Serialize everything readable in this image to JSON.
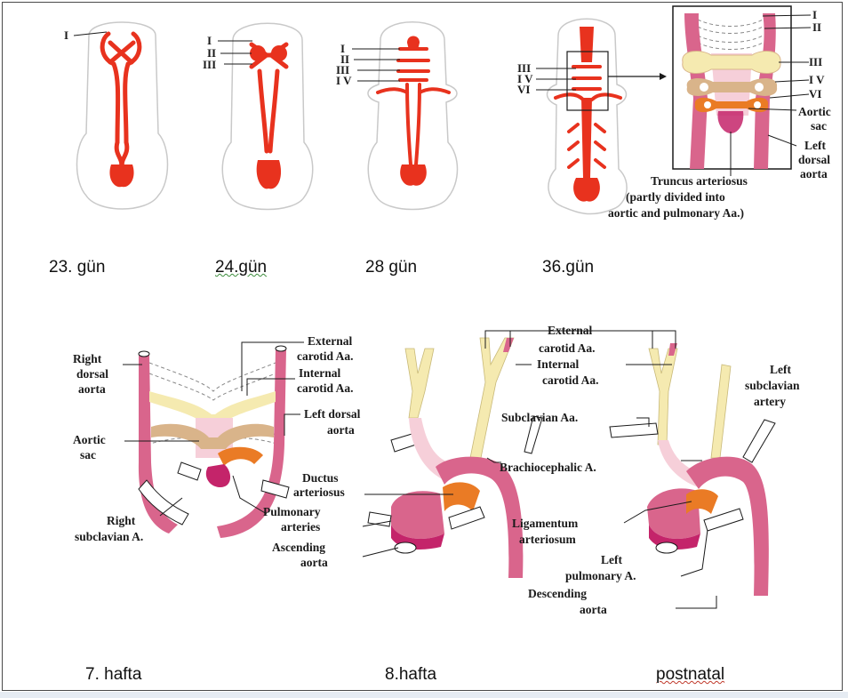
{
  "stage_captions": {
    "day23": "23. gün",
    "day24": "24.gün",
    "day28": "28 gün",
    "day36": "36.gün",
    "week7": "7. hafta",
    "week8": "8.hafta",
    "postnatal": "postnatal"
  },
  "roman": {
    "I": "I",
    "II": "II",
    "III": "III",
    "IV": "I V",
    "VI": "VI"
  },
  "inset_labels": {
    "aortic_sac_1": "Aortic",
    "aortic_sac_2": "sac",
    "left_dorsal_1": "Left",
    "left_dorsal_2": "dorsal",
    "left_dorsal_3": "aorta",
    "truncus_1": "Truncus arteriosus",
    "truncus_2": "(partly divided into",
    "truncus_3": "aortic and pulmonary Aa.)"
  },
  "week7_labels": {
    "right_dorsal_1": "Right",
    "right_dorsal_2": "dorsal",
    "right_dorsal_3": "aorta",
    "external_1": "External",
    "external_2": "carotid Aa.",
    "internal_1": "Internal",
    "internal_2": "carotid Aa.",
    "left_dorsal_1": "Left dorsal",
    "left_dorsal_2": "aorta",
    "aortic_sac_1": "Aortic",
    "aortic_sac_2": "sac",
    "right_subclavian_1": "Right",
    "right_subclavian_2": "subclavian A."
  },
  "week8_labels": {
    "ductus_1": "Ductus",
    "ductus_2": "arteriosus",
    "pulmonary_1": "Pulmonary",
    "pulmonary_2": "arteries",
    "ascending_1": "Ascending",
    "ascending_2": "aorta"
  },
  "postnatal_labels": {
    "external_1": "External",
    "external_2": "carotid Aa.",
    "internal_1": "Internal",
    "internal_2": "carotid Aa.",
    "left_subclavian_1": "Left",
    "left_subclavian_2": "subclavian",
    "left_subclavian_3": "artery",
    "subclavian_aa": "Subclavian Aa.",
    "brachiocephalic": "Brachiocephalic A.",
    "ligamentum_1": "Ligamentum",
    "ligamentum_2": "arteriosum",
    "left_pulmonary_1": "Left",
    "left_pulmonary_2": "pulmonary A.",
    "descending_1": "Descending",
    "descending_2": "aorta"
  },
  "colors": {
    "embryo_artery": "#e8321e",
    "dorsal_aorta_pink": "#d9658c",
    "sac_pink": "#f6cfd9",
    "carotid_yellow": "#f5eab0",
    "arch_tan": "#d9b48a",
    "ductus_orange": "#ea7b25",
    "pulmonary_magenta": "#c4246a"
  }
}
